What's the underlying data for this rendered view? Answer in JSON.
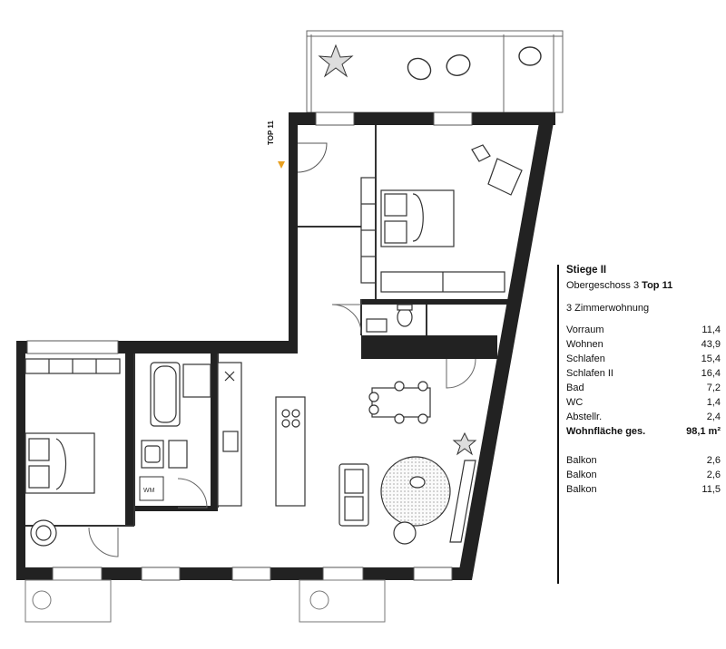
{
  "header": {
    "stair": "Stiege II",
    "floor": "Obergeschoss 3",
    "unit": "Top 11",
    "apartment_type": "3 Zimmerwohnung"
  },
  "entrance_label": "TOP 11",
  "rooms": [
    {
      "name": "Vorraum",
      "area": "11,4"
    },
    {
      "name": "Wohnen",
      "area": "43,9"
    },
    {
      "name": "Schlafen",
      "area": "15,4"
    },
    {
      "name": "Schlafen II",
      "area": "16,4"
    },
    {
      "name": "Bad",
      "area": "7,2"
    },
    {
      "name": "WC",
      "area": "1,4"
    },
    {
      "name": "Abstellr.",
      "area": "2,4"
    }
  ],
  "total": {
    "name": "Wohnfläche ges.",
    "area": "98,1 m²"
  },
  "balconies": [
    {
      "name": "Balkon",
      "area": "2,6"
    },
    {
      "name": "Balkon",
      "area": "2,6"
    },
    {
      "name": "Balkon",
      "area": "11,5"
    }
  ],
  "plan_labels": {
    "washer": "WM"
  },
  "colors": {
    "wall": "#222222",
    "line": "#555555",
    "accent": "#e8a020"
  }
}
